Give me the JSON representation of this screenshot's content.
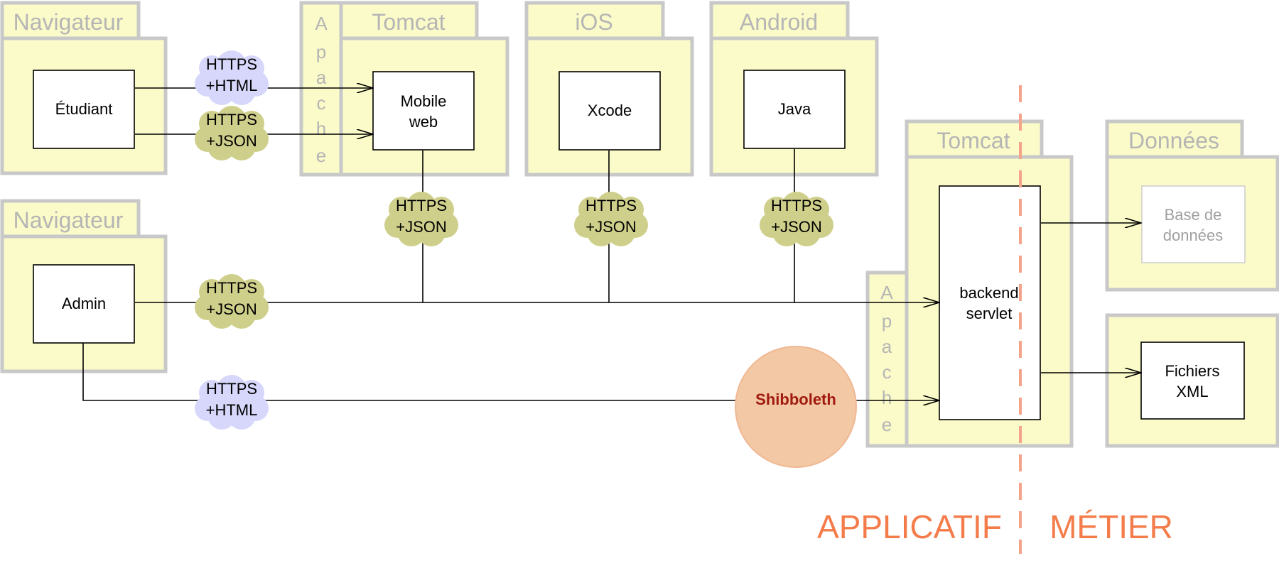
{
  "containers": {
    "navigateur_top": "Navigateur",
    "navigateur_bottom": "Navigateur",
    "tomcat_top": "Tomcat",
    "apache_top": [
      "A",
      "p",
      "a",
      "c",
      "h",
      "e"
    ],
    "ios": "iOS",
    "android": "Android",
    "tomcat_right": "Tomcat",
    "apache_right": [
      "A",
      "p",
      "a",
      "c",
      "h",
      "e"
    ],
    "donnees": "Données"
  },
  "nodes": {
    "etudiant": [
      "Étudiant"
    ],
    "admin": [
      "Admin"
    ],
    "mobile_web": [
      "Mobile",
      "web"
    ],
    "xcode": [
      "Xcode"
    ],
    "java": [
      "Java"
    ],
    "backend": [
      "backend",
      "servlet"
    ],
    "base_de_donnees": [
      "Base de",
      "données"
    ],
    "fichiers_xml": [
      "Fichiers",
      "XML"
    ],
    "shibboleth": "Shibboleth"
  },
  "protocols": {
    "etudiant_html": [
      "HTTPS",
      "+HTML"
    ],
    "etudiant_json": [
      "HTTPS",
      "+JSON"
    ],
    "mobile_json": [
      "HTTPS",
      "+JSON"
    ],
    "ios_json": [
      "HTTPS",
      "+JSON"
    ],
    "android_json": [
      "HTTPS",
      "+JSON"
    ],
    "admin_json": [
      "HTTPS",
      "+JSON"
    ],
    "admin_html": [
      "HTTPS",
      "+HTML"
    ]
  },
  "zones": {
    "left": "APPLICATIF",
    "right": "MÉTIER"
  },
  "colors": {
    "container_fill": "#fbfbc9",
    "container_border": "#c8c8c8",
    "html_cloud": "#d7d7fb",
    "json_cloud": "#cfcf8c",
    "shibboleth_fill": "#f3c8a4",
    "shibboleth_text": "#a01a10",
    "zone_divider": "#f4a48a",
    "zone_text": "#f47c4a"
  }
}
